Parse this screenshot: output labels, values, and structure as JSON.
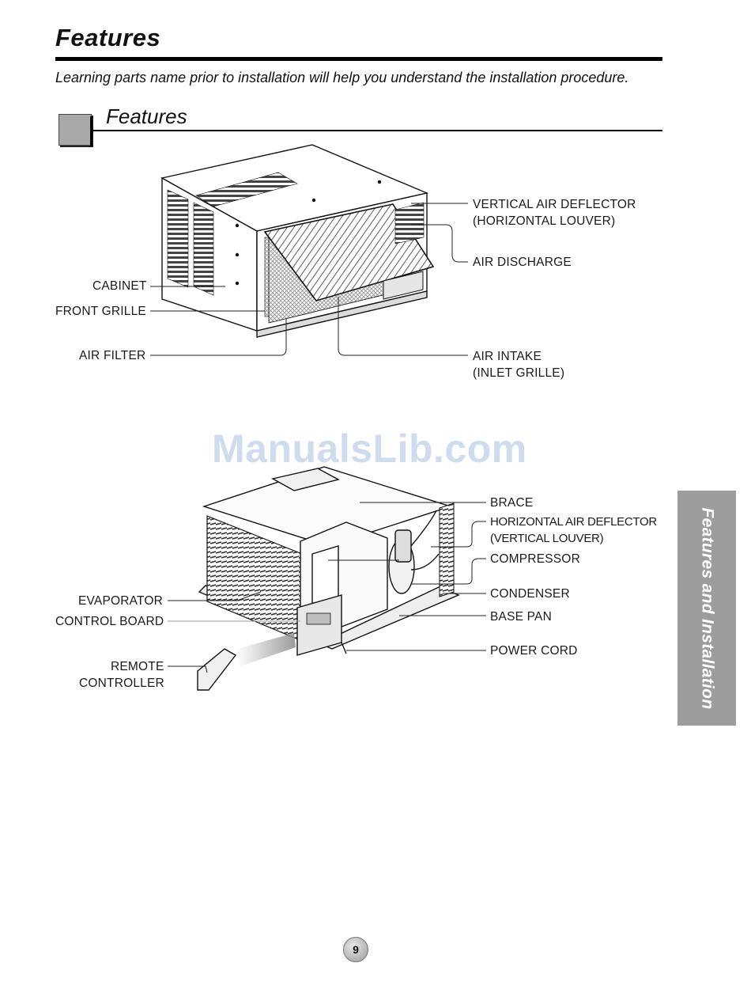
{
  "header": {
    "title": "Features",
    "intro": "Learning parts name prior to installation will help you understand the installation procedure."
  },
  "section": {
    "title": "Features"
  },
  "diagram_front": {
    "labels": {
      "vertical_air_deflector": "VERTICAL AIR DEFLECTOR",
      "horizontal_louver": "(HORIZONTAL LOUVER)",
      "air_discharge": "AIR DISCHARGE",
      "cabinet": "CABINET",
      "front_grille": "FRONT GRILLE",
      "air_filter": "AIR FILTER",
      "air_intake": "AIR INTAKE",
      "inlet_grille": "(INLET GRILLE)"
    }
  },
  "watermark": "ManualsLib.com",
  "diagram_inner": {
    "labels": {
      "brace": "BRACE",
      "horizontal_air_deflector": "HORIZONTAL AIR DEFLECTOR",
      "vertical_louver": "(VERTICAL LOUVER)",
      "compressor": "COMPRESSOR",
      "condenser": "CONDENSER",
      "base_pan": "BASE PAN",
      "power_cord": "POWER CORD",
      "evaporator": "EVAPORATOR",
      "control_board": "CONTROL BOARD",
      "remote": "REMOTE",
      "controller": "CONTROLLER"
    }
  },
  "side_tab": "Features and Installation",
  "page_number": "9"
}
